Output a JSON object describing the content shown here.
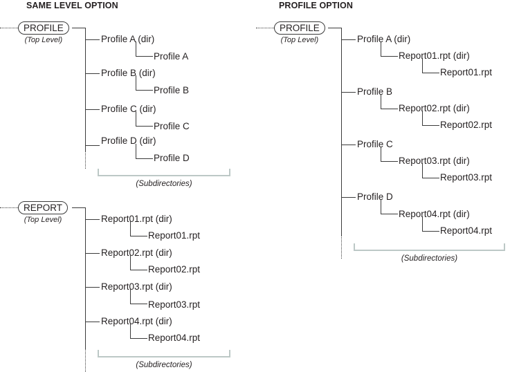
{
  "diagram": {
    "title_left": "SAME LEVEL OPTION",
    "title_right": "PROFILE OPTION",
    "bracket_label": "(Subdirectories)",
    "top_level_caption": "(Top Level)",
    "line_color": "#3a3a3a",
    "bracket_color": "#bcc8c6",
    "text_color": "#231f20"
  },
  "same_level_option": {
    "title": "SAME LEVEL OPTION",
    "trees": [
      {
        "root": "PROFILE",
        "root_caption": "(Top Level)",
        "bracket_label": "(Subdirectories)",
        "nodes": [
          {
            "dir": "Profile A (dir)",
            "child": "Profile A"
          },
          {
            "dir": "Profile B (dir)",
            "child": "Profile B"
          },
          {
            "dir": "Profile C (dir)",
            "child": "Profile C"
          },
          {
            "dir": "Profile D (dir)",
            "child": "Profile D"
          }
        ]
      },
      {
        "root": "REPORT",
        "root_caption": "(Top Level)",
        "bracket_label": "(Subdirectories)",
        "nodes": [
          {
            "dir": "Report01.rpt (dir)",
            "child": "Report01.rpt"
          },
          {
            "dir": "Report02.rpt (dir)",
            "child": "Report02.rpt"
          },
          {
            "dir": "Report03.rpt (dir)",
            "child": "Report03.rpt"
          },
          {
            "dir": "Report04.rpt (dir)",
            "child": "Report04.rpt"
          }
        ]
      }
    ]
  },
  "profile_option": {
    "title": "PROFILE OPTION",
    "tree": {
      "root": "PROFILE",
      "root_caption": "(Top Level)",
      "bracket_label": "(Subdirectories)",
      "nodes": [
        {
          "profile": "Profile A (dir)",
          "dir": "Report01.rpt (dir)",
          "child": "Report01.rpt"
        },
        {
          "profile": "Profile B",
          "dir": "Report02.rpt (dir)",
          "child": "Report02.rpt"
        },
        {
          "profile": "Profile C",
          "dir": "Report03.rpt (dir)",
          "child": "Report03.rpt"
        },
        {
          "profile": "Profile D",
          "dir": "Report04.rpt (dir)",
          "child": "Report04.rpt"
        }
      ]
    }
  }
}
